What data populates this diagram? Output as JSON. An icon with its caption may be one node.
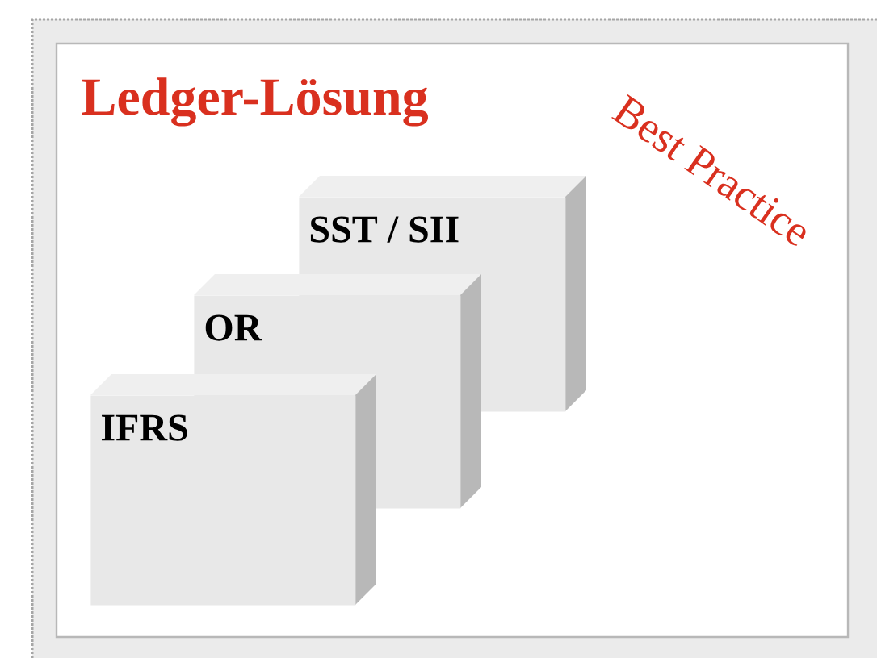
{
  "diagram": {
    "title": "Ledger-Lösung",
    "nodes": [
      {
        "text": [
          "SST / SII"
        ]
      },
      {
        "text": [
          "OR"
        ]
      },
      {
        "text": [
          "IFRS"
        ]
      }
    ],
    "labels": [
      "Best Practice"
    ]
  }
}
